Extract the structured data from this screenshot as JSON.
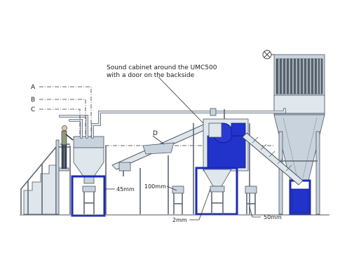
{
  "callouts": {
    "cabinet_line1": "Sound cabinet around the UMC500",
    "cabinet_line2": "with a door on the backside",
    "line_a": "A",
    "line_b": "B",
    "line_c": "C",
    "line_d": "D",
    "dim_45": "45mm",
    "dim_100": "100mm",
    "dim_2": "2mm",
    "dim_50": "50mm"
  },
  "colors": {
    "steel": "#c9d3dd",
    "frame_blue": "#1a2ab8",
    "cabinet_blue": "#2233cc"
  }
}
